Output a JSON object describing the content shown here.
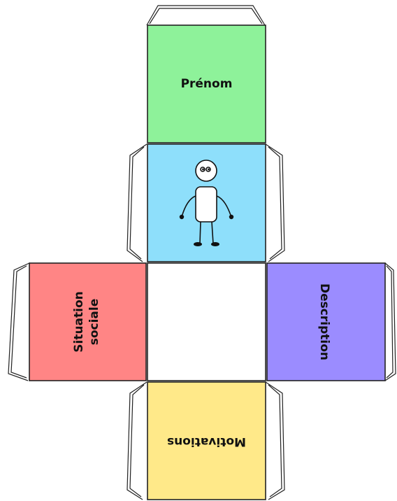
{
  "faces": {
    "top": {
      "label": "Prénom",
      "color": "#8ef29a"
    },
    "center_top": {
      "label": "",
      "color": "#8edffb",
      "icon": "stick-figure-icon"
    },
    "center": {
      "label": "",
      "color": "#ffffff"
    },
    "left": {
      "label_line1": "Situation",
      "label_line2": "sociale",
      "color": "#ff8585"
    },
    "right": {
      "label": "Description",
      "color": "#9b8cff"
    },
    "bottom": {
      "label": "Motivations",
      "color": "#ffe989"
    }
  },
  "outline_color": "#222222"
}
